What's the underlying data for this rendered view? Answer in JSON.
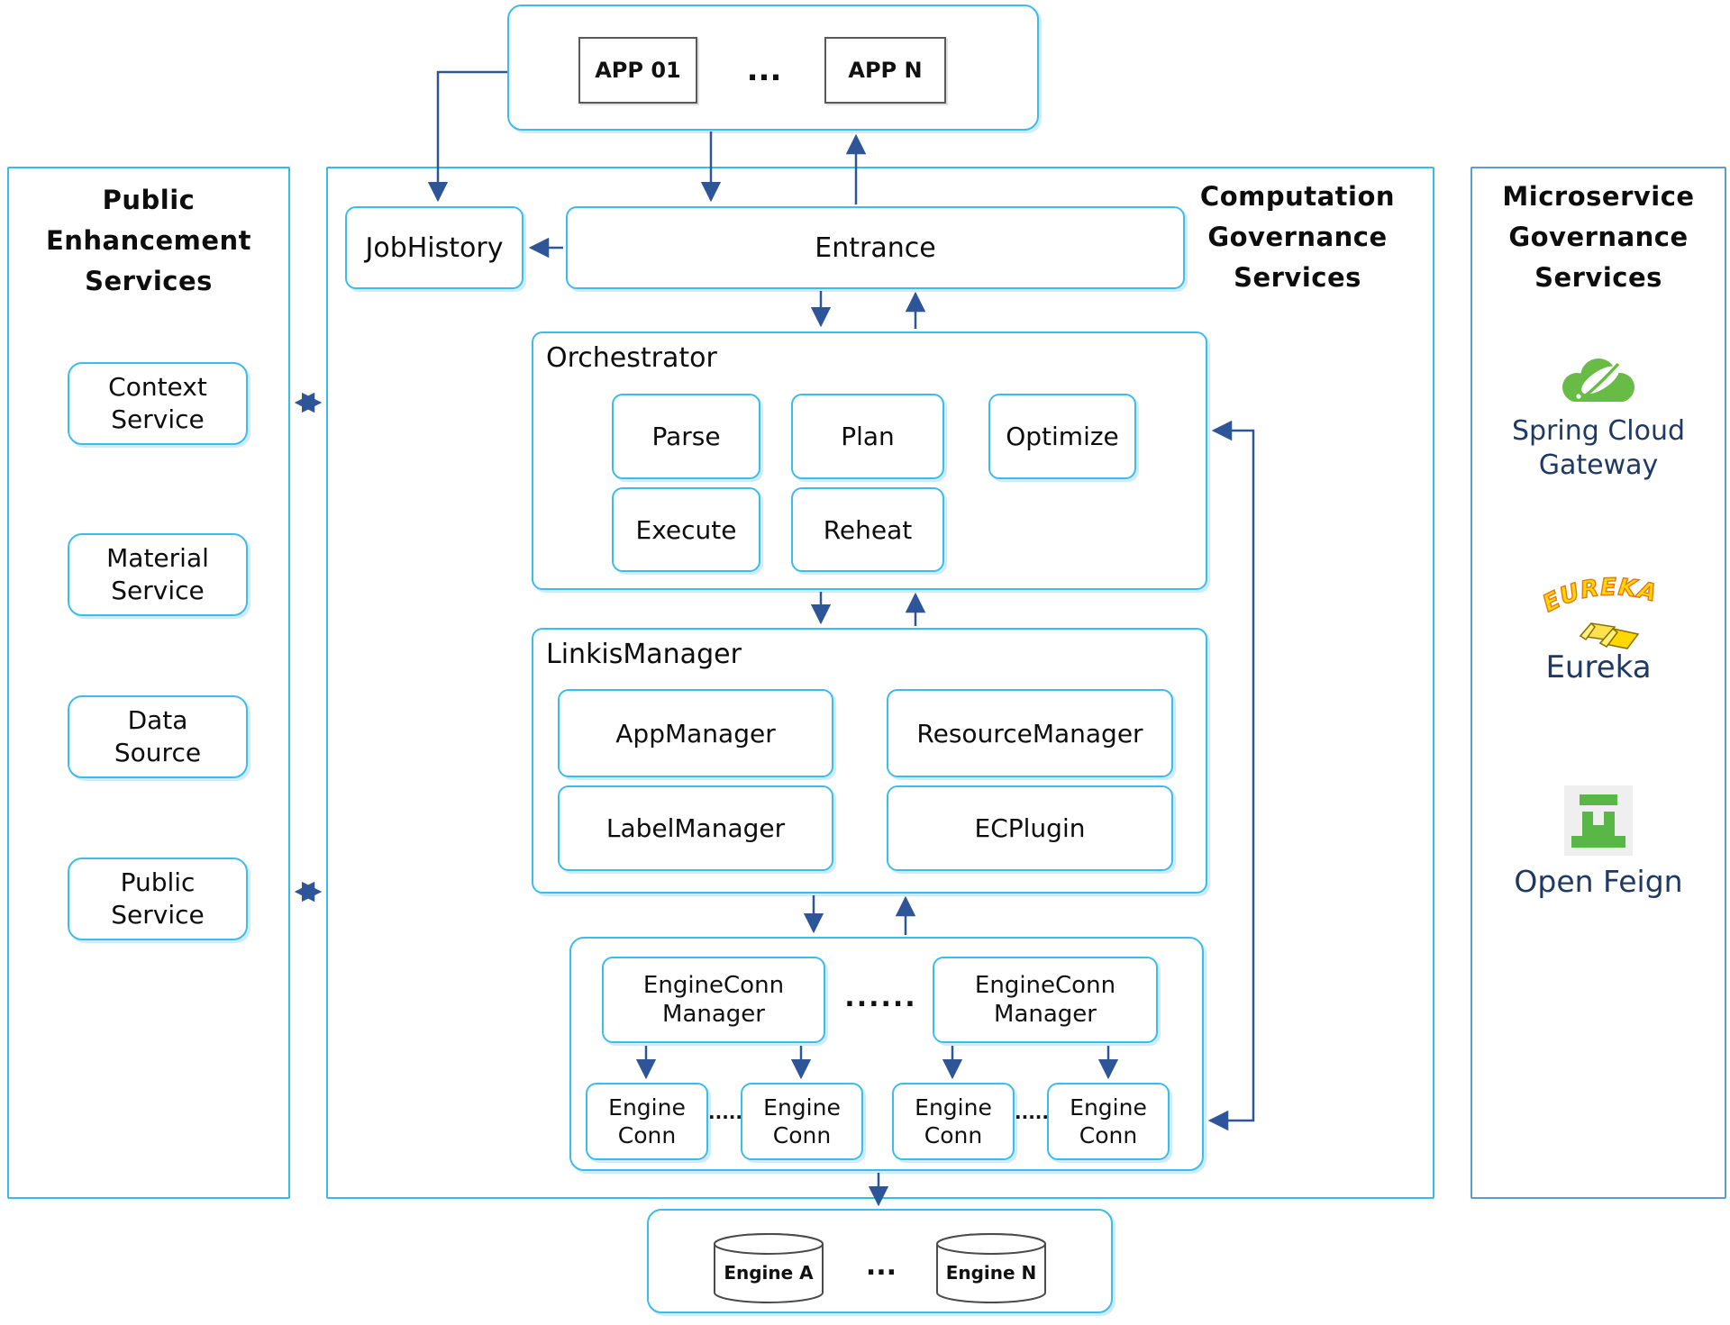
{
  "app_box": {
    "app_01": "APP 01",
    "app_n": "APP N",
    "dots": "..."
  },
  "left_panel": {
    "title": "Public Enhancement Services",
    "items": [
      {
        "label": "Context Service"
      },
      {
        "label": "Material Service"
      },
      {
        "label": "Data Source"
      },
      {
        "label": "Public Service"
      }
    ]
  },
  "middle_panel": {
    "title": "Computation Governance Services",
    "jobhistory": "JobHistory",
    "entrance": "Entrance",
    "orchestrator": {
      "title": "Orchestrator",
      "chips": [
        {
          "label": "Parse"
        },
        {
          "label": "Plan"
        },
        {
          "label": "Optimize"
        },
        {
          "label": "Execute"
        },
        {
          "label": "Reheat"
        }
      ]
    },
    "linkis_manager": {
      "title": "LinkisManager",
      "chips": [
        {
          "label": "AppManager"
        },
        {
          "label": "ResourceManager"
        },
        {
          "label": "LabelManager"
        },
        {
          "label": "ECPlugin"
        }
      ]
    },
    "engine_area": {
      "manager_label": "EngineConn Manager",
      "manager_dots": "......",
      "conn_label": "Engine Conn",
      "conn_dots": "·····"
    }
  },
  "right_panel": {
    "title": "Microservice Governance Services",
    "spring": {
      "label": "Spring Cloud Gateway"
    },
    "eureka": {
      "logo_text": "EUREKA",
      "label": "Eureka"
    },
    "feign": {
      "label": "Open Feign"
    }
  },
  "engines_box": {
    "engine_a": "Engine A",
    "engine_n": "Engine N",
    "dots": "..."
  },
  "colors": {
    "card_border_cyan": "#3bbcee",
    "right_panel_border_blue": "#5b9bd5",
    "arrow_blue": "#2e5597",
    "navy_text": "#1f3864",
    "spring_green": "#68bc45",
    "feign_green": "#58b747",
    "eureka_yellow": "#ffd800",
    "app_rect_border_gray": "#595959"
  }
}
